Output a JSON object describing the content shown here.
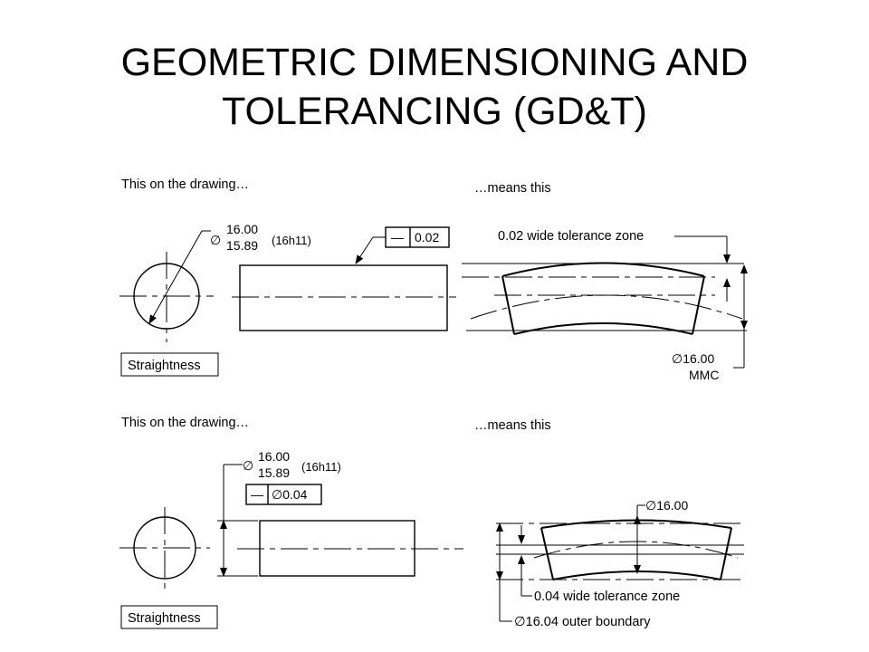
{
  "slide": {
    "title_line1": "GEOMETRIC DIMENSIONING AND",
    "title_line2": "TOLERANCING (GD&T)"
  },
  "example_top": {
    "left_caption": "This on the drawing…",
    "right_caption": "…means this",
    "diameter_upper": "16.00",
    "diameter_lower": "15.89",
    "fit": "(16h11)",
    "fcf_symbol": "—",
    "fcf_tolerance": "0.02",
    "straightness_label": "Straightness",
    "zone_label": "0.02 wide tolerance zone",
    "mmc_value": "∅16.00",
    "mmc_label": "MMC"
  },
  "example_bottom": {
    "left_caption": "This on the drawing…",
    "right_caption": "…means this",
    "diameter_upper": "16.00",
    "diameter_lower": "15.89",
    "fit": "(16h11)",
    "fcf_symbol": "—",
    "fcf_tolerance": "∅0.04",
    "straightness_label": "Straightness",
    "mmc_dim": "∅16.00",
    "zone_label": "0.04 wide tolerance zone",
    "boundary_label": "∅16.04 outer boundary"
  }
}
